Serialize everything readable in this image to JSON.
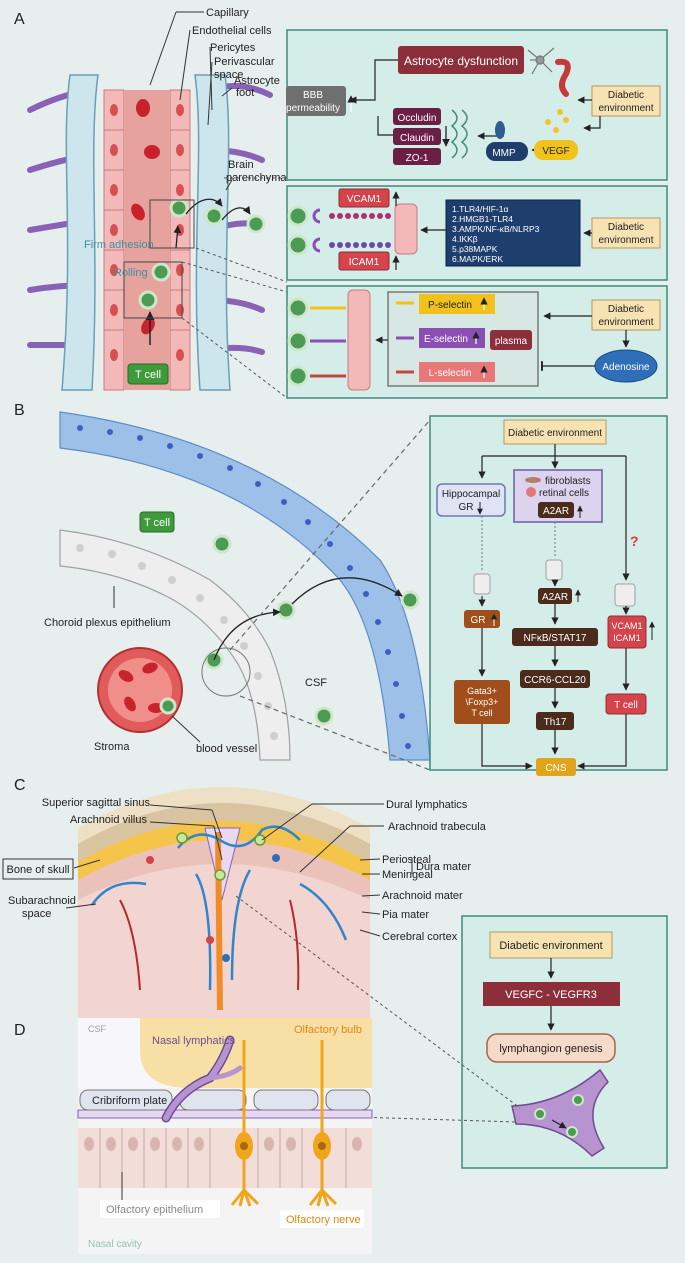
{
  "panels": {
    "a": "A",
    "b": "B",
    "c": "C",
    "d": "D"
  },
  "panel_a": {
    "capillary": "Capillary",
    "endothelial_cells": "Endothelial cells",
    "pericytes": "Pericytes",
    "perivascular_space_l1": "Perivascular",
    "perivascular_space_l2": "space",
    "astrocyte_foot_l1": "Astrocyte",
    "astrocyte_foot_l2": "foot",
    "brain_parenchyma_l1": "Brain",
    "brain_parenchyma_l2": "parenchyma",
    "firm_adhesion": "Firm adhesion",
    "rolling": "Rolling",
    "t_cell": "T cell",
    "box1": {
      "astrocyte_dysfunction": "Astrocyte dysfunction",
      "bbb_l1": "BBB",
      "bbb_l2": "permeability",
      "occludin": "Occludin",
      "claudin": "Claudin",
      "zo1": "ZO-1",
      "mmp": "MMP",
      "vegf": "VEGF",
      "diabetic_l1": "Diabetic",
      "diabetic_l2": "environment"
    },
    "box2": {
      "vcam1": "VCAM1",
      "icam1": "ICAM1",
      "pathways": [
        "1.TLR4/HIF-1α",
        "2.HMGB1-TLR4",
        "3.AMPK/NF-κB/NLRP3",
        "4.IKKβ",
        "5.p38MAPK",
        "6.MAPK/ERK"
      ],
      "diabetic_l1": "Diabetic",
      "diabetic_l2": "environment"
    },
    "box3": {
      "p_selectin": "P-selectin",
      "e_selectin": "E-selectin",
      "l_selectin": "L-selectin",
      "plasma": "plasma",
      "adenosine": "Adenosine",
      "diabetic_l1": "Diabetic",
      "diabetic_l2": "environment"
    }
  },
  "panel_b": {
    "t_cell": "T cell",
    "choroid_plexus": "Choroid plexus epithelium",
    "csf": "CSF",
    "stroma": "Stroma",
    "blood_vessel": "blood vessel",
    "box": {
      "diabetic_environment": "Diabetic environment",
      "hippocampal_l1": "Hippocampal",
      "hippocampal_l2": "GR",
      "fibroblasts": "fibroblasts",
      "retinal_cells": "retinal cells",
      "a2ar_top": "A2AR",
      "question": "?",
      "gr": "GR",
      "a2ar": "A2AR",
      "vcam1": "VCAM1",
      "icam1": "ICAM1",
      "nfkb_stat17": "NFκB/STAT17",
      "ccr6_ccl20": "CCR6-CCL20",
      "th17": "Th17",
      "gata3_l1": "Gata3+",
      "gata3_l2": "\\Foxp3+",
      "gata3_l3": "T cell",
      "t_cell": "T cell",
      "cns": "CNS"
    }
  },
  "panel_c": {
    "superior_sagittal_sinus": "Superior sagittal sinus",
    "arachnoid_villus": "Arachnoid villus",
    "dural_lymphatics": "Dural lymphatics",
    "arachnoid_trabecula": "Arachnoid trabecula",
    "bone_of_skull": "Bone of skull",
    "periosteal": "Periosteal",
    "meningeal": "Meningeal",
    "dura_mater": "Dura mater",
    "subarachnoid_l1": "Subarachnoid",
    "subarachnoid_l2": "space",
    "arachnoid_mater": "Arachnoid mater",
    "pia_mater": "Pia mater",
    "cerebral_cortex": "Cerebral cortex",
    "box": {
      "diabetic_environment": "Diabetic environment",
      "vegfc_vegfr3": "VEGFC - VEGFR3",
      "lymphangion": "lymphangion genesis"
    }
  },
  "panel_d": {
    "csf": "CSF",
    "nasal_lymphatics": "Nasal lymphatics",
    "olfactory_bulb": "Olfactory bulb",
    "cribriform_plate": "Cribriform plate",
    "olfactory_epithelium": "Olfactory epithelium",
    "olfactory_nerve": "Olfactory nerve",
    "nasal_cavity": "Nasal cavity"
  },
  "colors": {
    "box_fill": "#d5ede8",
    "box_border": "#3f8a7c",
    "dark_red": "#8c2f3a",
    "maroon": "#6b1f45",
    "navy": "#1e3f6e",
    "tan": "#f6e2b3",
    "yellow": "#f2c21c",
    "purple": "#8a4fb3",
    "salmon": "#e87878",
    "brown": "#5b3322",
    "green": "#3f9a3c",
    "blue": "#2f6fb8",
    "red_question": "#d23b3b"
  }
}
